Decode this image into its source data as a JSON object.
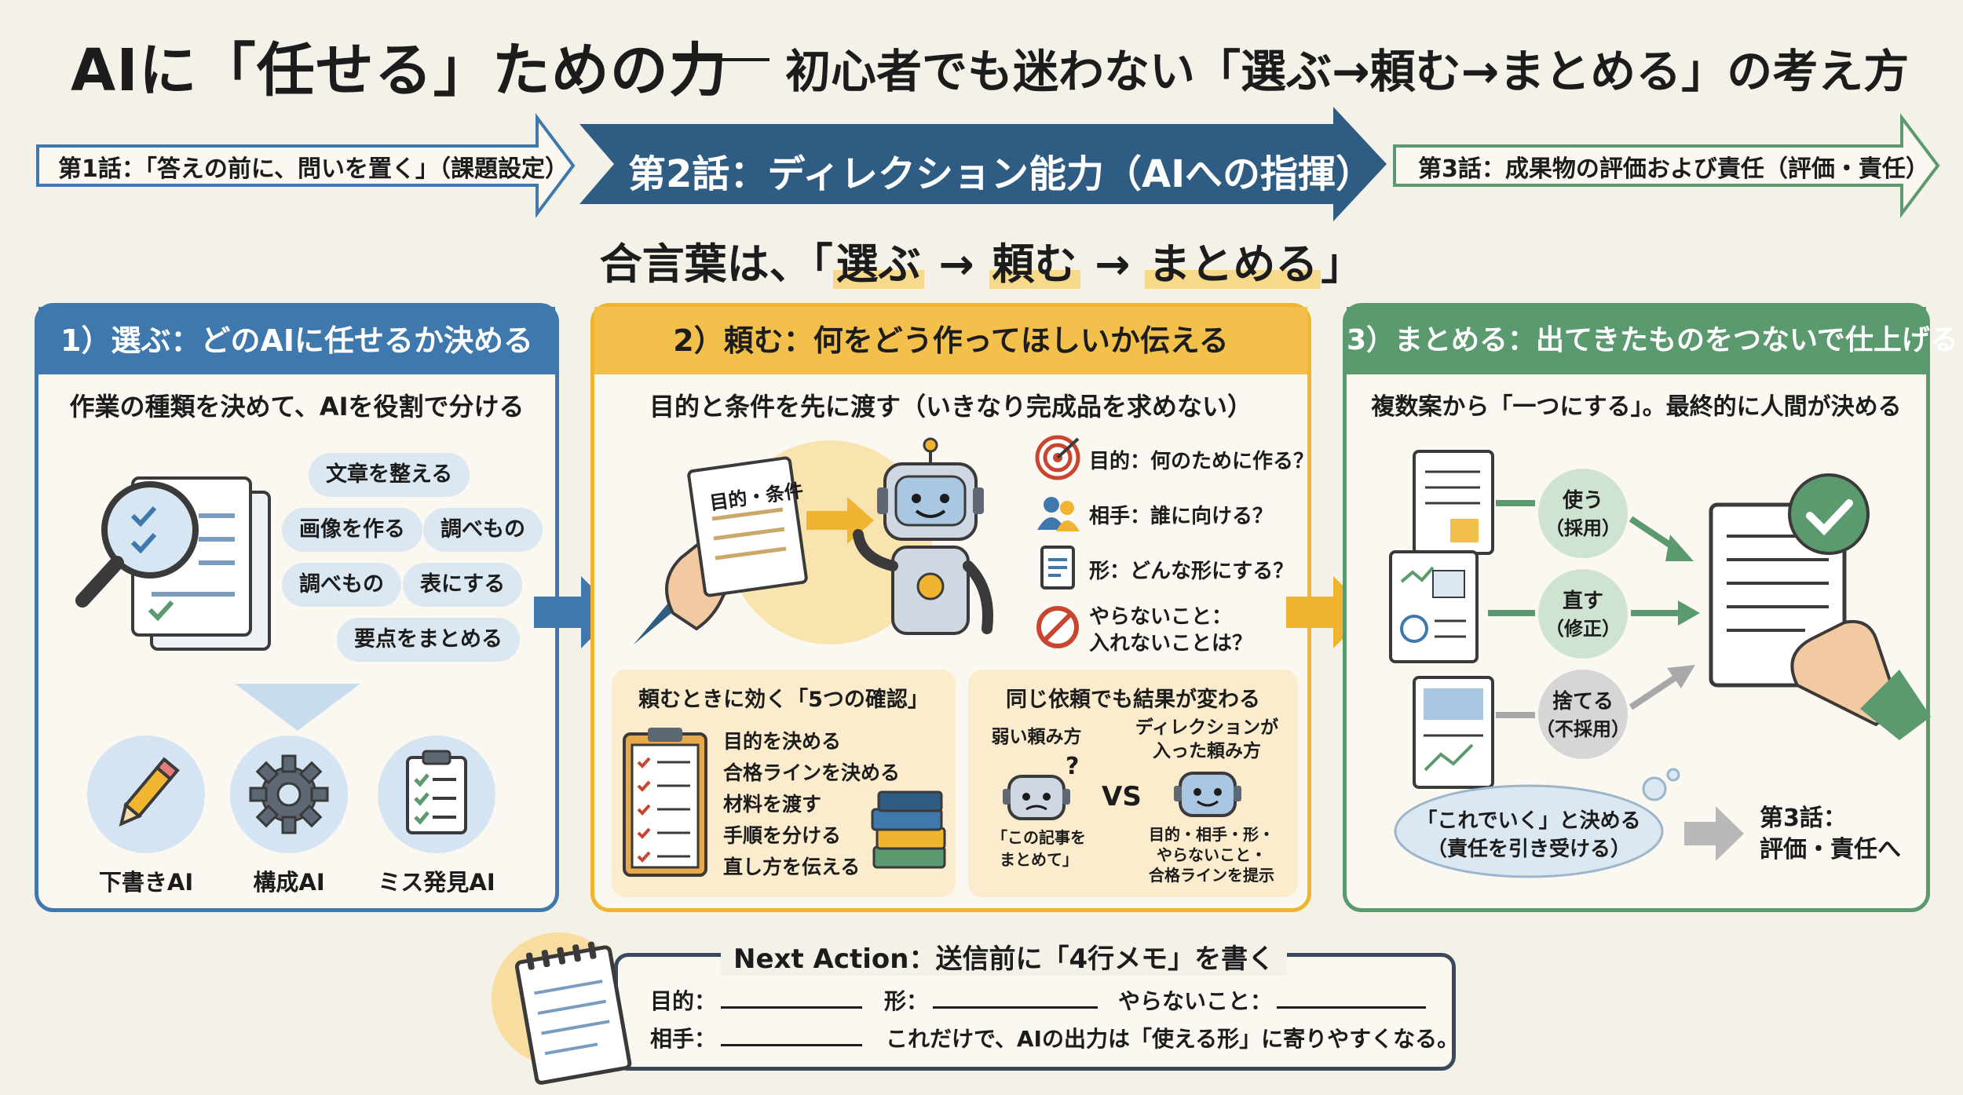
{
  "title": {
    "main": "AIに「任せる」ための力",
    "sub": "初心者でも迷わない「選ぶ→頼む→まとめる」の考え方"
  },
  "episodes": {
    "ep1": "第1話：「答えの前に、問いを置く」（課題設定）",
    "ep2": "第2話：ディレクション能力（AIへの指揮）",
    "ep3": "第3話：成果物の評価および責任（評価・責任）"
  },
  "motto": {
    "prefix": "合言葉は、「",
    "w1": "選ぶ",
    "arrow1": " → ",
    "w2": "頼む",
    "arrow2": " → ",
    "w3": "まとめる",
    "suffix": "」"
  },
  "panel1": {
    "head": "1）選ぶ：どのAIに任せるか決める",
    "sub": "作業の種類を決めて、AIを役割で分ける",
    "tasks": [
      "文章を整える",
      "画像を作る",
      "調べもの",
      "調べもの",
      "表にする",
      "要点をまとめる"
    ],
    "roles": [
      "下書きAI",
      "構成AI",
      "ミス発見AI"
    ],
    "icons": [
      "magnifier-document-icon",
      "pencil-icon",
      "gear-icon",
      "checklist-icon"
    ]
  },
  "panel2": {
    "head": "2）頼む：何をどう作ってほしいか伝える",
    "sub": "目的と条件を先に渡す（いきなり完成品を求めない）",
    "doc_label": "目的・条件",
    "checks": [
      {
        "icon": "target-icon",
        "text": "目的：何のために作る？"
      },
      {
        "icon": "people-icon",
        "text": "相手：誰に向ける？"
      },
      {
        "icon": "document-icon",
        "text": "形：どんな形にする？"
      },
      {
        "icon": "prohibited-icon",
        "text": "やらないこと：",
        "text2": "入れないことは？"
      }
    ],
    "five": {
      "title": "頼むときに効く「5つの確認」",
      "items": [
        "目的を決める",
        "合格ラインを決める",
        "材料を渡す",
        "手順を分ける",
        "直し方を伝える"
      ]
    },
    "compare": {
      "title": "同じ依頼でも結果が変わる",
      "weak_label": "弱い頼み方",
      "strong_label1": "ディレクションが",
      "strong_label2": "入った頼み方",
      "vs": "VS",
      "weak_caption1": "「この記事を",
      "weak_caption2": "まとめて」",
      "strong_caption1": "目的・相手・形・",
      "strong_caption2": "やらないこと・",
      "strong_caption3": "合格ラインを提示",
      "question": "?"
    }
  },
  "panel3": {
    "head": "3）まとめる：出てきたものをつないで仕上げる",
    "sub": "複数案から「一つにする」。最終的に人間が決める",
    "choices": [
      {
        "l1": "使う",
        "l2": "（採用）"
      },
      {
        "l1": "直す",
        "l2": "（修正）"
      },
      {
        "l1": "捨てる",
        "l2": "（不採用）"
      }
    ],
    "thought1": "「これでいく」と決める",
    "thought2": "（責任を引き受ける）",
    "next1": "第3話：",
    "next2": "評価・責任へ"
  },
  "next_action": {
    "title": "Next Action：送信前に「4行メモ」を書く",
    "purpose": "目的：",
    "form": "形：",
    "avoid": "やらないこと：",
    "audience": "相手：",
    "note": "これだけで、AIの出力は「使える形」に寄りやすくなる。"
  },
  "colors": {
    "blue": "#3f78ad",
    "yellow": "#f0b431",
    "green": "#5a9a6e",
    "navy": "#2f5c82"
  }
}
